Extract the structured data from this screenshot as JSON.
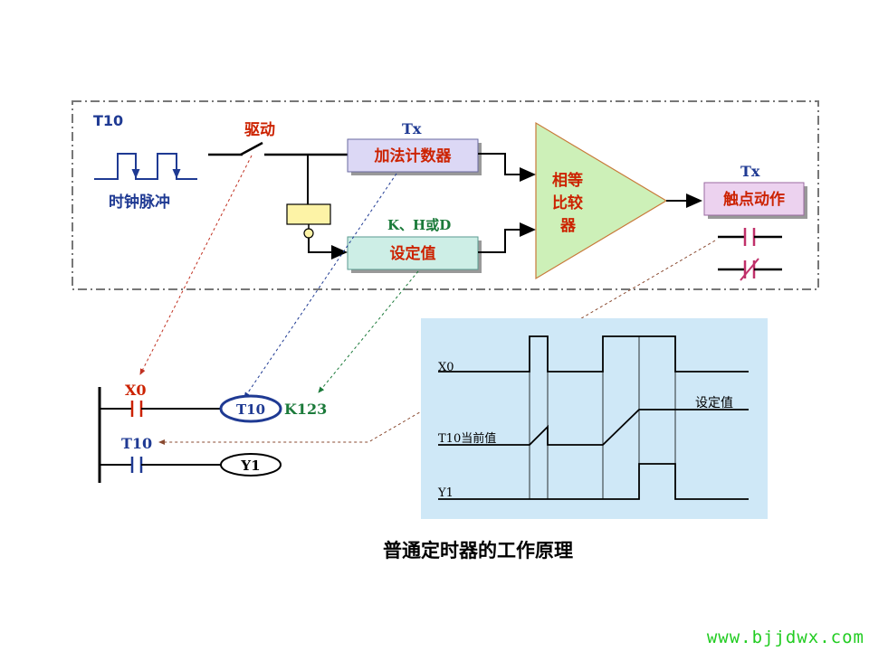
{
  "top": {
    "clock_label": "T10",
    "clock_caption": "时钟脉冲",
    "drive_label": "驱动",
    "counter_tag": "Tx",
    "counter_label": "加法计数器",
    "setvalue_tag": "K、H或D",
    "setvalue_label": "设定值",
    "comparator_lines": [
      "相等",
      "比较",
      "器"
    ],
    "contact_tag": "Tx",
    "contact_label": "触点动作"
  },
  "ladder": {
    "x0_label": "X0",
    "coil_label": "T10",
    "coil_value": "K123",
    "t10_label": "T10",
    "y1_label": "Y1"
  },
  "timing": {
    "x0": "X0",
    "t10_current": "T10当前值",
    "set_value": "设定值",
    "y1": "Y1"
  },
  "caption": "普通定时器的工作原理",
  "watermark": "www.bjjdwx.com",
  "colors": {
    "red_label": "#cc2200",
    "blue_label": "#1f3a93",
    "green_label": "#1b7a3a",
    "box_purple": "#dcd8f5",
    "box_green": "#cdeee6",
    "triangle": "#cdf0b8",
    "timing_bg": "#cfe8f7",
    "watermark": "#22cc22"
  }
}
